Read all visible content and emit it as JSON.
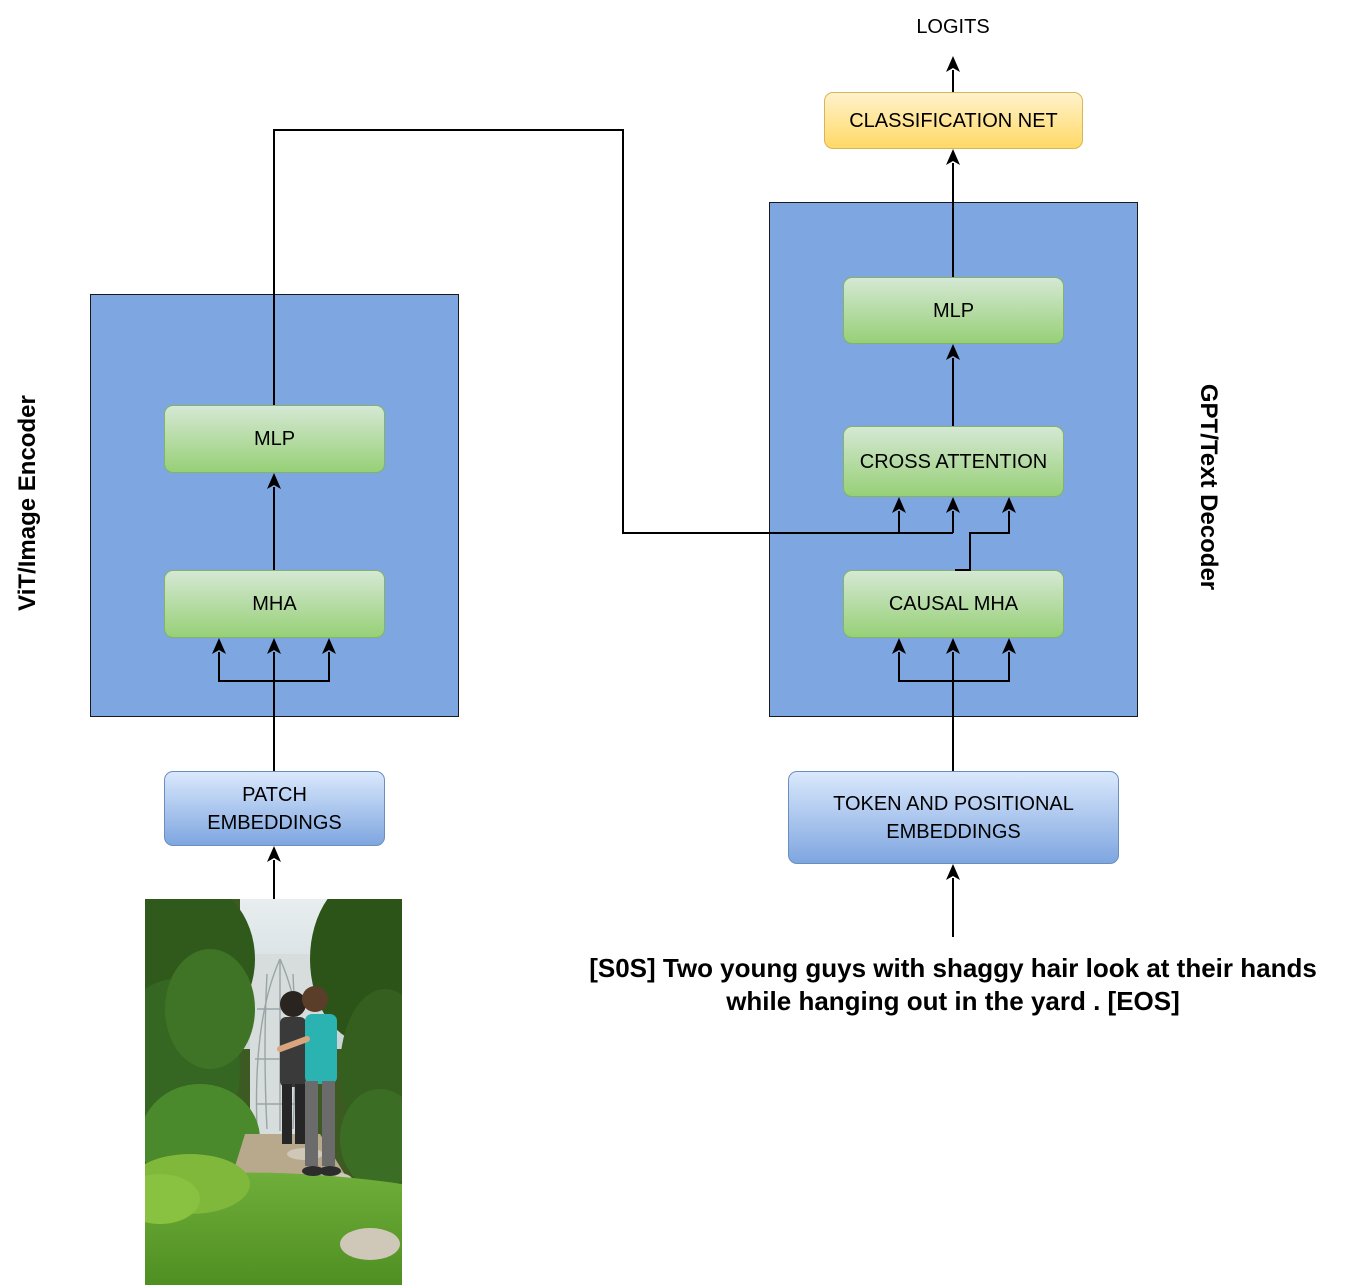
{
  "encoder": {
    "title": "ViT/Image Encoder",
    "blocks": {
      "mlp": "MLP",
      "mha": "MHA"
    },
    "embeddings": [
      "PATCH",
      "EMBEDDINGS"
    ]
  },
  "decoder": {
    "title": "GPT/Text Decoder",
    "blocks": {
      "mlp": "MLP",
      "cross_attention": "CROSS ATTENTION",
      "causal_mha": "CAUSAL MHA"
    },
    "embeddings": [
      "TOKEN AND POSITIONAL",
      "EMBEDDINGS"
    ]
  },
  "head": {
    "classification": "CLASSIFICATION NET",
    "output": "LOGITS"
  },
  "input_caption": [
    "[S0S] Two young guys with shaggy hair look at their hands",
    "while hanging out in the yard . [EOS]"
  ],
  "colors": {
    "container_fill": "#7ea6e0",
    "green_top": "#d5e8d4",
    "green_bottom": "#97d077",
    "blue_top": "#dae8fc",
    "blue_bottom": "#7ea6e0",
    "yellow_top": "#fff2cc",
    "yellow_bottom": "#ffd966",
    "wire": "#000000"
  }
}
